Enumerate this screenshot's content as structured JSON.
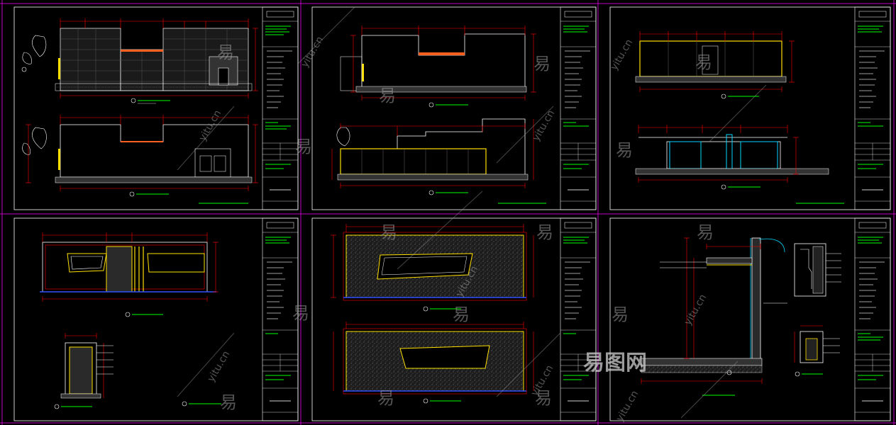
{
  "watermark": {
    "glyph": "易",
    "latin": "yitu.cn",
    "logo_text": "易图网"
  },
  "colors": {
    "background": "#000000",
    "sheet_frame": "#c000c0",
    "sheet_border": "#ffffff",
    "dimension": "#ff0000",
    "wall": "#ffffff",
    "accent_yellow": "#ffe000",
    "accent_green": "#00ff00",
    "accent_cyan": "#00d8ff",
    "hatch_blue": "#3050ff"
  },
  "sheets": [
    {
      "id": "sheet-1",
      "view": "elevation-pair"
    },
    {
      "id": "sheet-2",
      "view": "elevation-pair"
    },
    {
      "id": "sheet-3",
      "view": "elevation-pair"
    },
    {
      "id": "sheet-4",
      "view": "elevation-and-section"
    },
    {
      "id": "sheet-5",
      "view": "plan-pair"
    },
    {
      "id": "sheet-6",
      "view": "detail-section"
    }
  ]
}
